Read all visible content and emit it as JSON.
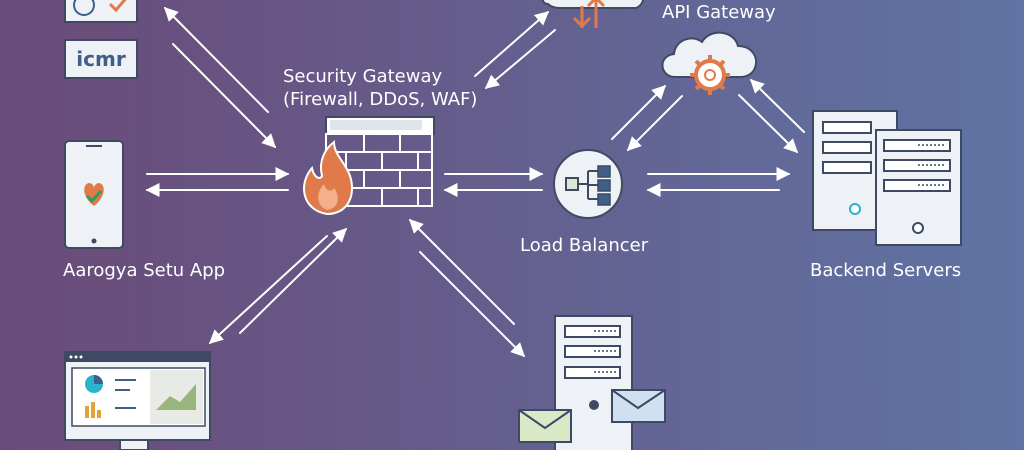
{
  "labels": {
    "security_gateway_line1": "Security Gateway",
    "security_gateway_line2": "(Firewall, DDoS, WAF)",
    "api_gateway": "API Gateway",
    "load_balancer": "Load Balancer",
    "backend_servers": "Backend Servers",
    "app": "Aarogya Setu App"
  },
  "logos": {
    "icmr": "icmr"
  },
  "icons": [
    "mygov-logo",
    "icmr-logo",
    "phone-app-icon",
    "firewall-icon",
    "cloud-upload-icon",
    "api-gateway-cloud-icon",
    "load-balancer-icon",
    "backend-server-icon",
    "dashboard-monitor-icon",
    "mail-server-icon"
  ],
  "colors": {
    "bg_left": "#6a4a78",
    "bg_right": "#5f74a4",
    "stroke": "#ffffff",
    "panel": "#eef1f5",
    "accent_orange": "#e07a4a",
    "accent_green": "#2f9e5a",
    "accent_teal": "#2ab3c9",
    "accent_blue": "#3e5f8a"
  }
}
